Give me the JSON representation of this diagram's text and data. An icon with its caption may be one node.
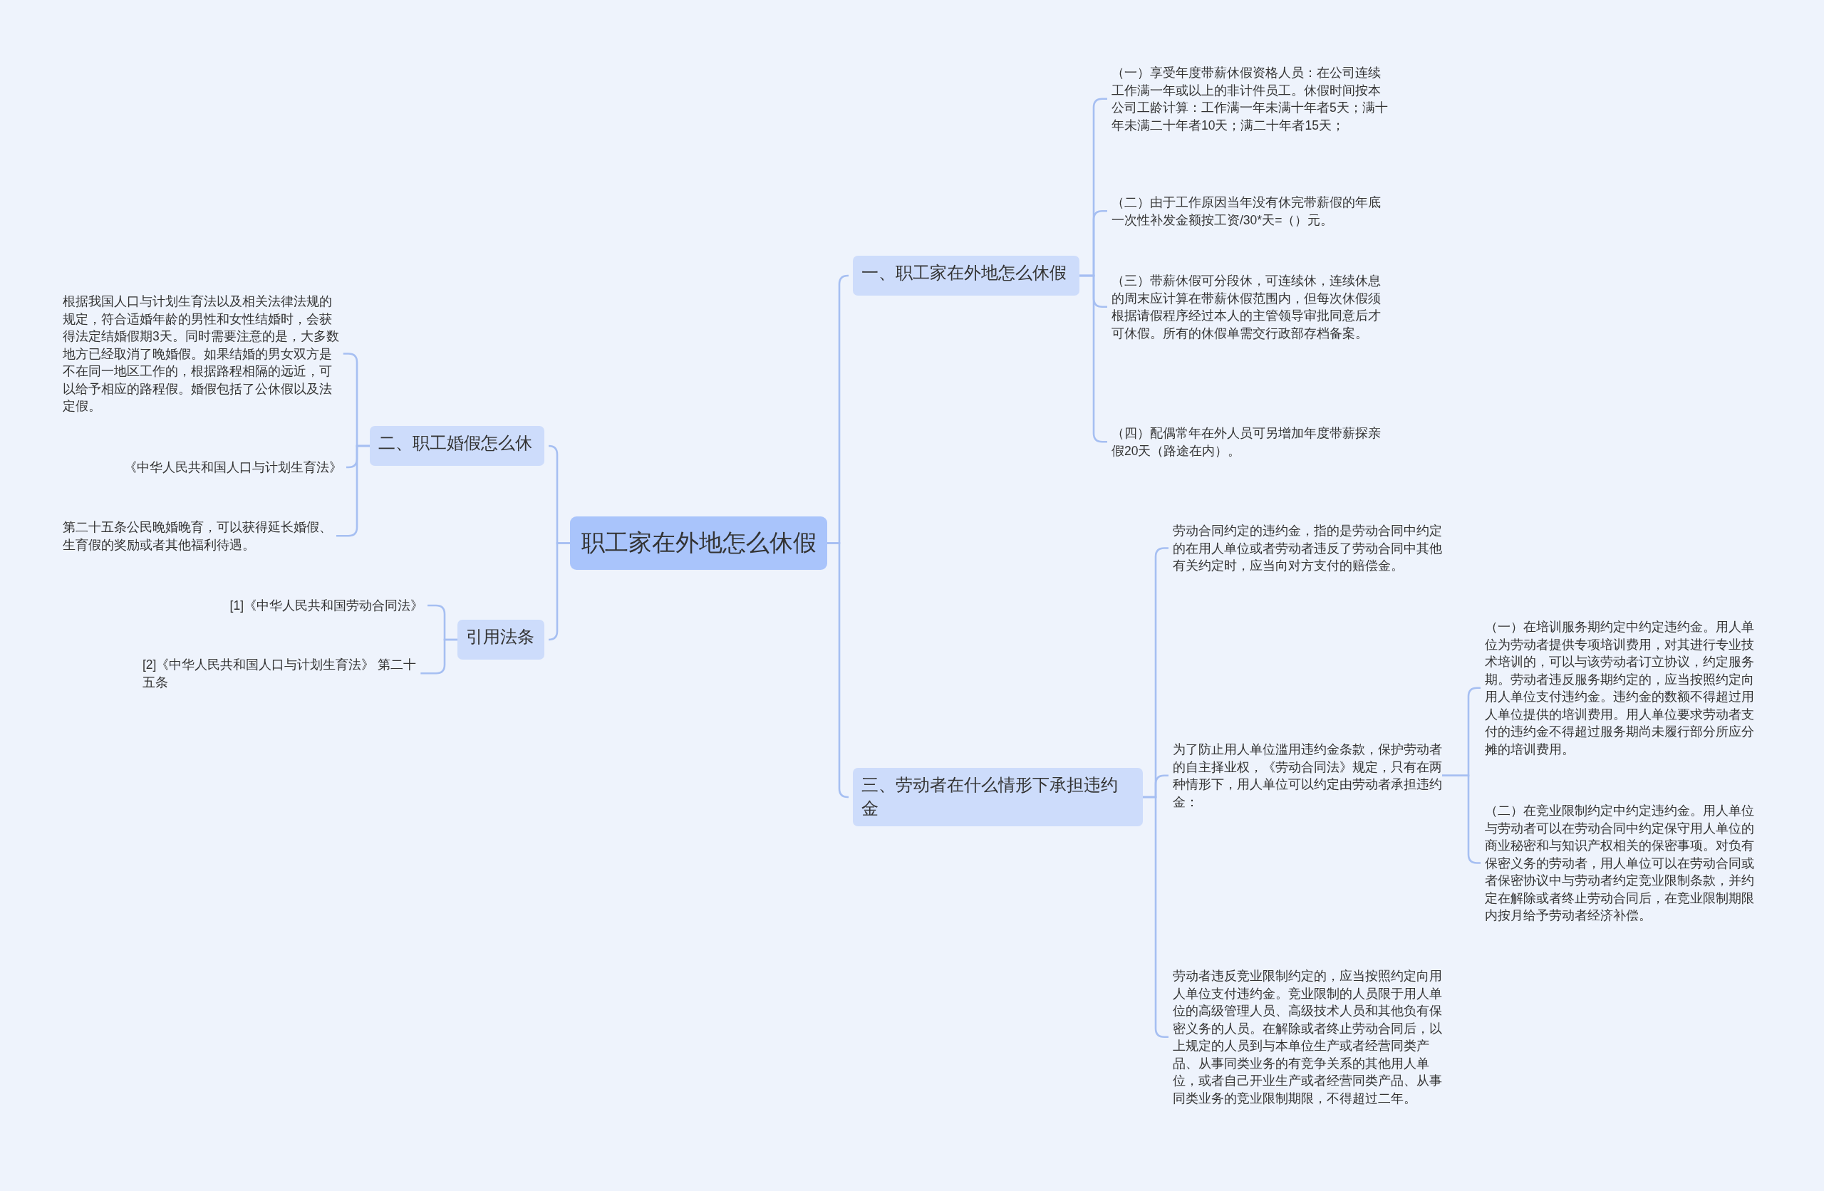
{
  "diagram": {
    "nodes": [
      {
        "text": [
          "职工家在外地怎么休假"
        ]
      },
      {
        "text": [
          "一、职工家在外地怎么休假"
        ]
      },
      {
        "text": [
          "（一）享受年度带薪休假资格人员：在公司连续工作满一年或以上的非计件员工。休假时间按本公司工龄计算：工作满一年未满十年者5天；满十年未满二十年者10天；满二十年者15天；"
        ]
      },
      {
        "text": [
          "（二）由于工作原因当年没有休完带薪假的年底一次性补发金额按工资/30*天=（）元。"
        ]
      },
      {
        "text": [
          "（三）带薪休假可分段休，可连续休，连续休息的周末应计算在带薪休假范围内，但每次休假须根据请假程序经过本人的主管领导审批同意后才可休假。所有的休假单需交行政部存档备案。"
        ]
      },
      {
        "text": [
          "（四）配偶常年在外人员可另增加年度带薪探亲假20天（路途在内）。"
        ]
      },
      {
        "text": [
          "三、劳动者在什么情形下承担违约金"
        ]
      },
      {
        "text": [
          "劳动合同约定的违约金，指的是劳动合同中约定的在用人单位或者劳动者违反了劳动合同中其他有关约定时，应当向对方支付的赔偿金。"
        ]
      },
      {
        "text": [
          "为了防止用人单位滥用违约金条款，保护劳动者的自主择业权，《劳动合同法》规定，只有在两种情形下，用人单位可以约定由劳动者承担违约金："
        ]
      },
      {
        "text": [
          "（一）在培训服务期约定中约定违约金。用人单位为劳动者提供专项培训费用，对其进行专业技术培训的，可以与该劳动者订立协议，约定服务期。劳动者违反服务期约定的，应当按照约定向用人单位支付违约金。违约金的数额不得超过用人单位提供的培训费用。用人单位要求劳动者支付的违约金不得超过服务期尚未履行部分所应分摊的培训费用。"
        ]
      },
      {
        "text": [
          "（二）在竞业限制约定中约定违约金。用人单位与劳动者可以在劳动合同中约定保守用人单位的商业秘密和与知识产权相关的保密事项。对负有保密义务的劳动者，用人单位可以在劳动合同或者保密协议中与劳动者约定竞业限制条款，并约定在解除或者终止劳动合同后，在竞业限制期限内按月给予劳动者经济补偿。"
        ]
      },
      {
        "text": [
          "劳动者违反竞业限制约定的，应当按照约定向用人单位支付违约金。竞业限制的人员限于用人单位的高级管理人员、高级技术人员和其他负有保密义务的人员。在解除或者终止劳动合同后，以上规定的人员到与本单位生产或者经营同类产品、从事同类业务的有竞争关系的其他用人单位，或者自己开业生产或者经营同类产品、从事同类业务的竞业限制期限，不得超过二年。"
        ]
      },
      {
        "text": [
          "二、职工婚假怎么休"
        ]
      },
      {
        "text": [
          "根据我国人口与计划生育法以及相关法律法规的规定，符合适婚年龄的男性和女性结婚时，会获得法定结婚假期3天。同时需要注意的是，大多数地方已经取消了晚婚假。如果结婚的男女双方是不在同一地区工作的，根据路程相隔的远近，可以给予相应的路程假。婚假包括了公休假以及法定假。"
        ]
      },
      {
        "text": [
          "《中华人民共和国人口与计划生育法》"
        ]
      },
      {
        "text": [
          "第二十五条公民晚婚晚育，可以获得延长婚假、生育假的奖励或者其他福利待遇。"
        ]
      },
      {
        "text": [
          "引用法条"
        ]
      },
      {
        "text": [
          "[1]《中华人民共和国劳动合同法》"
        ]
      },
      {
        "text": [
          "[2]《中华人民共和国人口与计划生育法》 第二十五条"
        ]
      }
    ],
    "edges": [
      {
        "from": 0,
        "to": 1,
        "arrow": "none"
      },
      {
        "from": 1,
        "to": 2,
        "arrow": "none"
      },
      {
        "from": 1,
        "to": 3,
        "arrow": "none"
      },
      {
        "from": 1,
        "to": 4,
        "arrow": "none"
      },
      {
        "from": 1,
        "to": 5,
        "arrow": "none"
      },
      {
        "from": 0,
        "to": 6,
        "arrow": "none"
      },
      {
        "from": 6,
        "to": 7,
        "arrow": "none"
      },
      {
        "from": 6,
        "to": 8,
        "arrow": "none"
      },
      {
        "from": 8,
        "to": 9,
        "arrow": "none"
      },
      {
        "from": 8,
        "to": 10,
        "arrow": "none"
      },
      {
        "from": 6,
        "to": 11,
        "arrow": "none"
      },
      {
        "from": 0,
        "to": 12,
        "arrow": "none"
      },
      {
        "from": 12,
        "to": 13,
        "arrow": "none"
      },
      {
        "from": 12,
        "to": 14,
        "arrow": "none"
      },
      {
        "from": 12,
        "to": 15,
        "arrow": "none"
      },
      {
        "from": 0,
        "to": 16,
        "arrow": "none"
      },
      {
        "from": 16,
        "to": 17,
        "arrow": "none"
      },
      {
        "from": 16,
        "to": 18,
        "arrow": "none"
      }
    ]
  }
}
